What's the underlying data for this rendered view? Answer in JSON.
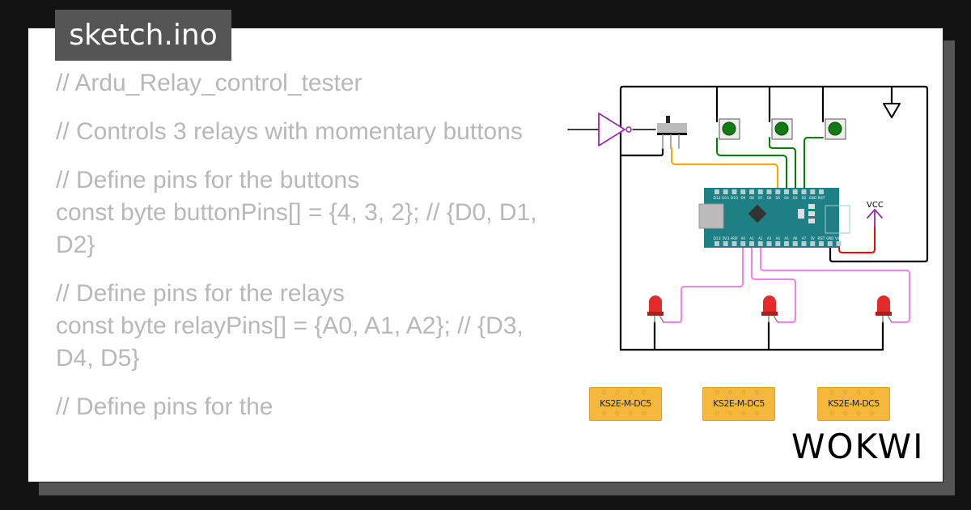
{
  "header": {
    "filename": "sketch.ino"
  },
  "code_lines": [
    "// Ardu_Relay_control_tester",
    "",
    "// Controls 3 relays with momentary buttons",
    "",
    "// Define pins for the buttons",
    "const byte buttonPins[] = {4, 3, 2}; // {D0, D1, D2}",
    "",
    "// Define pins for the relays",
    "const byte relayPins[] = {A0, A1, A2}; // {D3, D4, D5}",
    "",
    "// Define pins for the"
  ],
  "circuit": {
    "vcc_label": "VCC",
    "relays": [
      "KS2E-M-DC5",
      "KS2E-M-DC5",
      "KS2E-M-DC5"
    ],
    "nano_top_pins": [
      "D12",
      "D11",
      "D10",
      "D9",
      "D8",
      "D7",
      "D6",
      "D5",
      "D4",
      "D3",
      "D2",
      "GND",
      "RST"
    ],
    "nano_bottom_pins": [
      "D13",
      "3V3",
      "AREF",
      "A0",
      "A1",
      "A2",
      "A3",
      "A4",
      "A5",
      "A6",
      "A7",
      "5V",
      "RST",
      "GND",
      "VIN"
    ],
    "wire_colors": {
      "ground": "#000000",
      "switch": "#ffa500",
      "buttons": "#008000",
      "leds": "#ee82ee",
      "vcc": "#ff0000"
    }
  },
  "brand": {
    "logo": "WOKWI"
  }
}
